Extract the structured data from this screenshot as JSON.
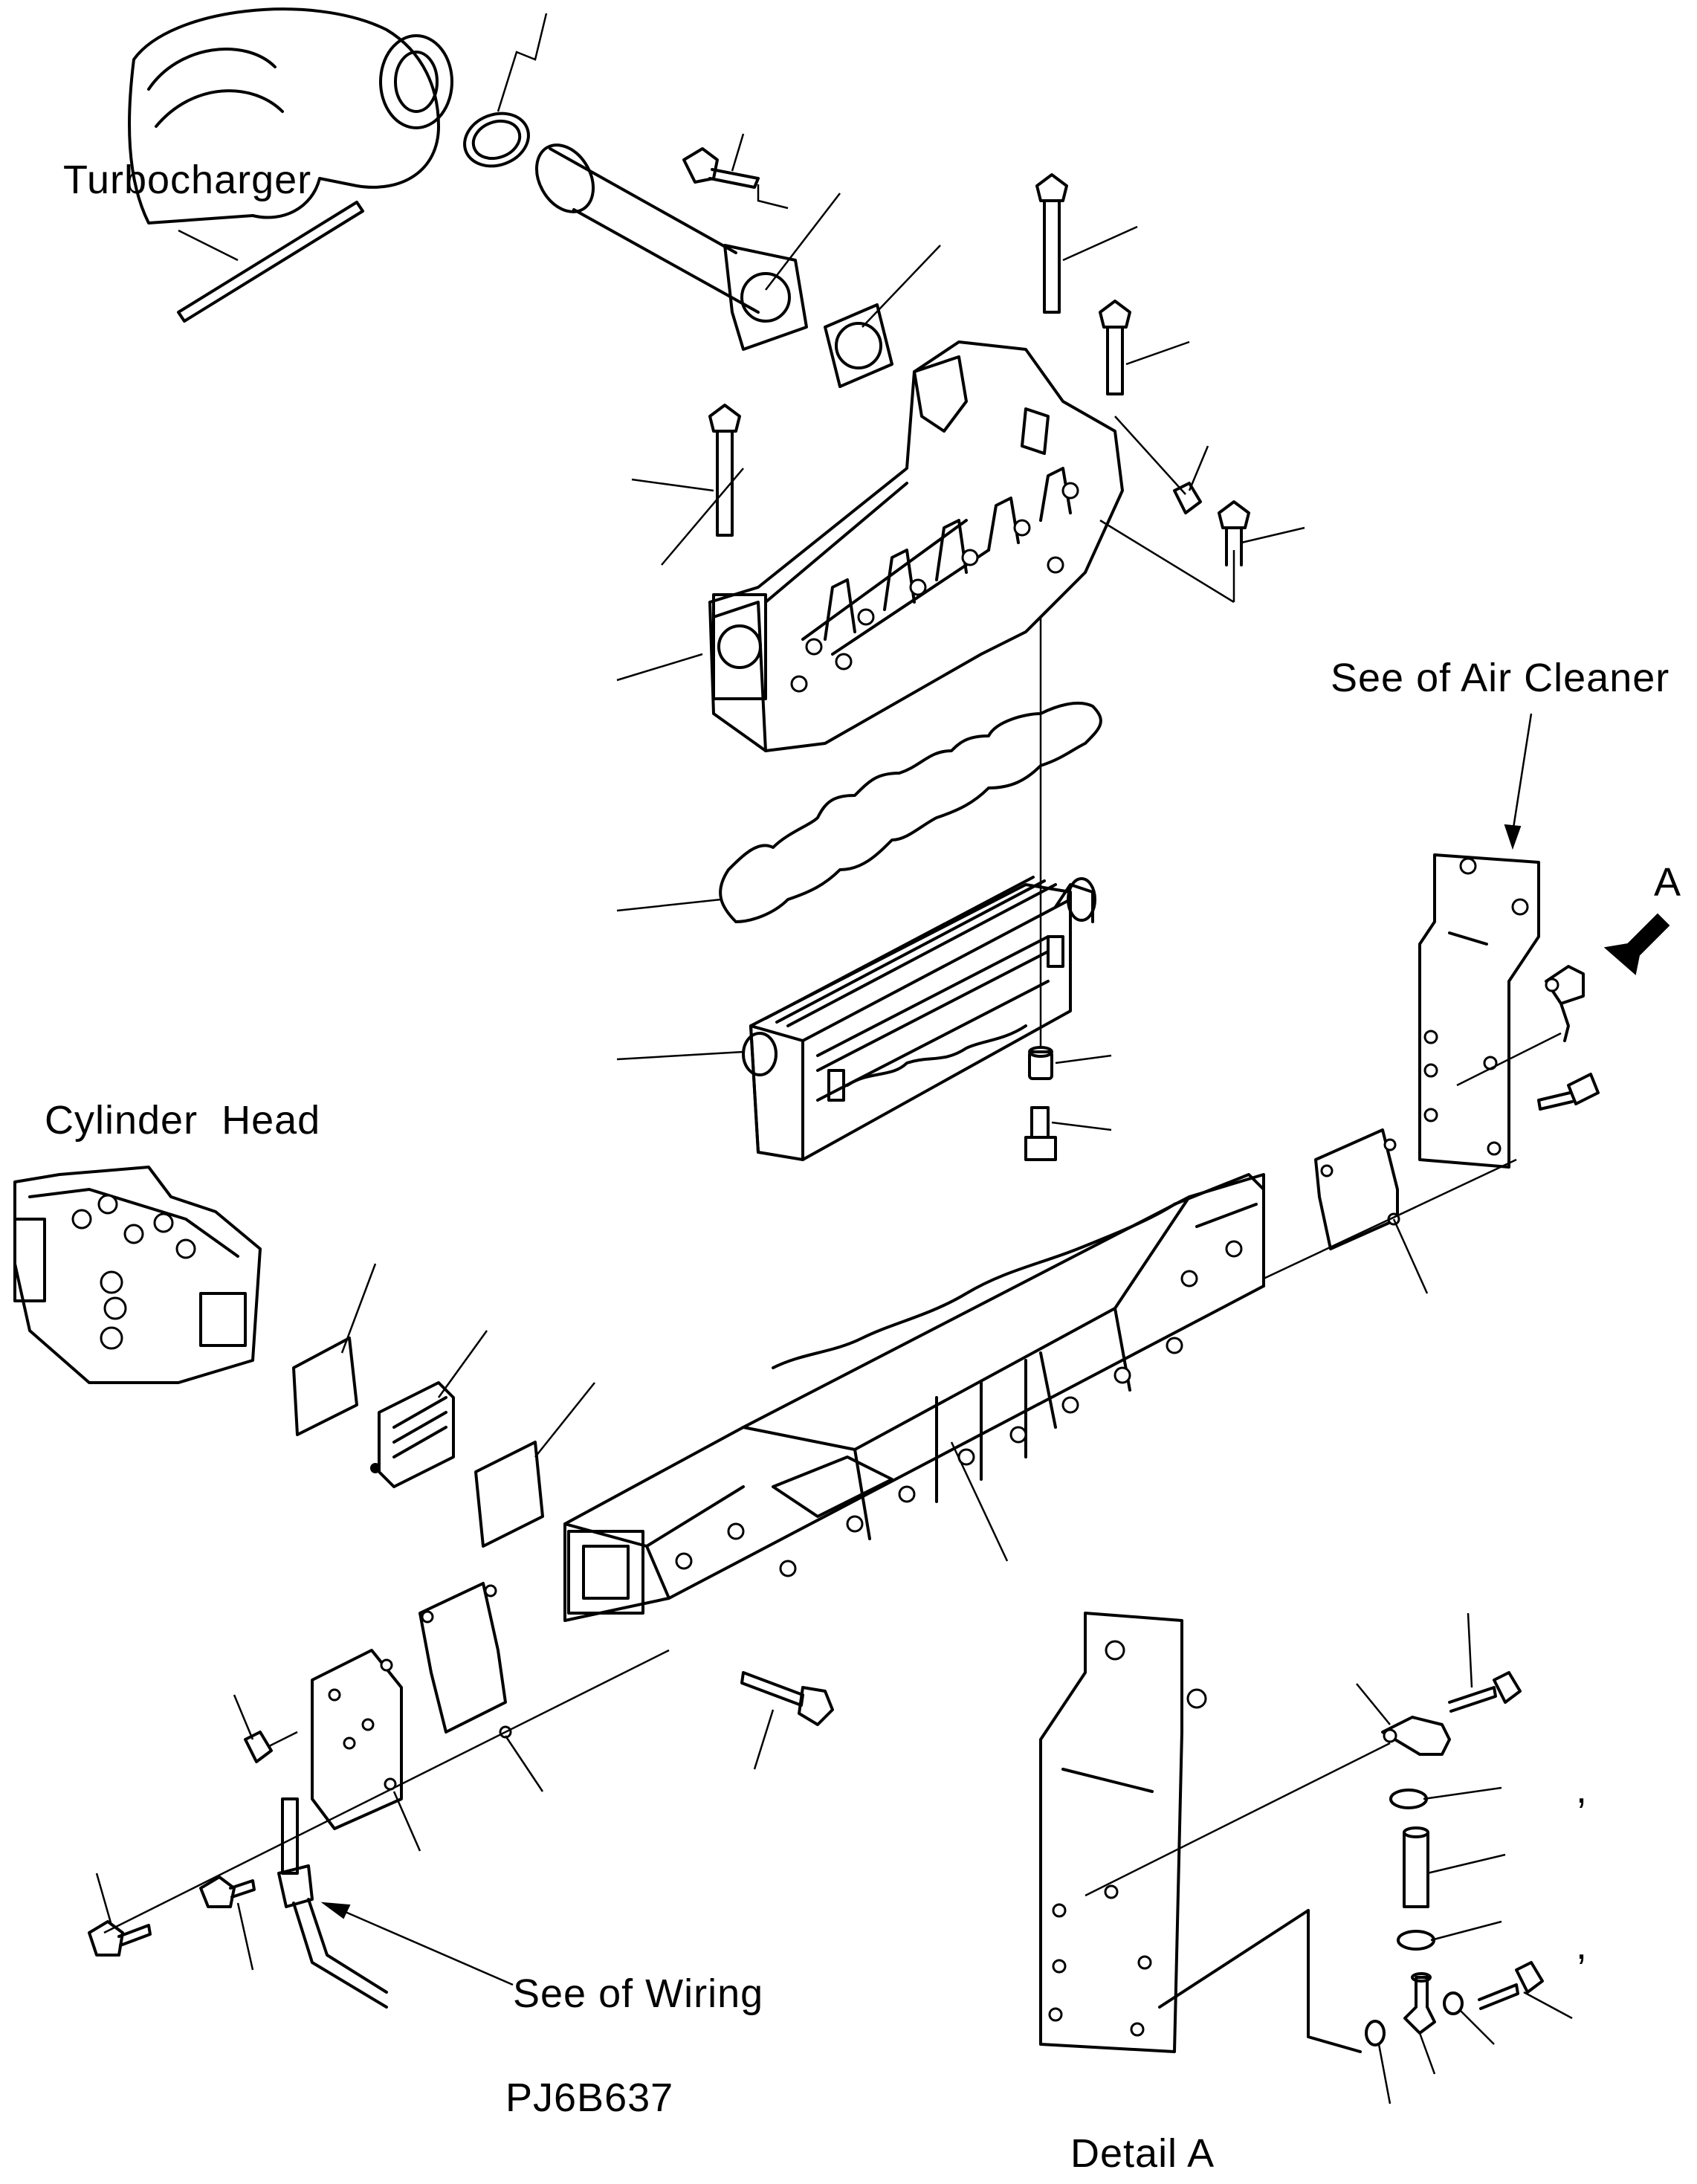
{
  "labels": {
    "turbocharger": "Turbocharger",
    "air_cleaner": "See of Air Cleaner",
    "arrow_a": "A",
    "cylinder_head": "Cylinder  Head",
    "wiring": "See of Wiring",
    "part_code": "PJ6B637",
    "detail_a": "Detail A",
    "comma_1": ",",
    "comma_2": ","
  }
}
